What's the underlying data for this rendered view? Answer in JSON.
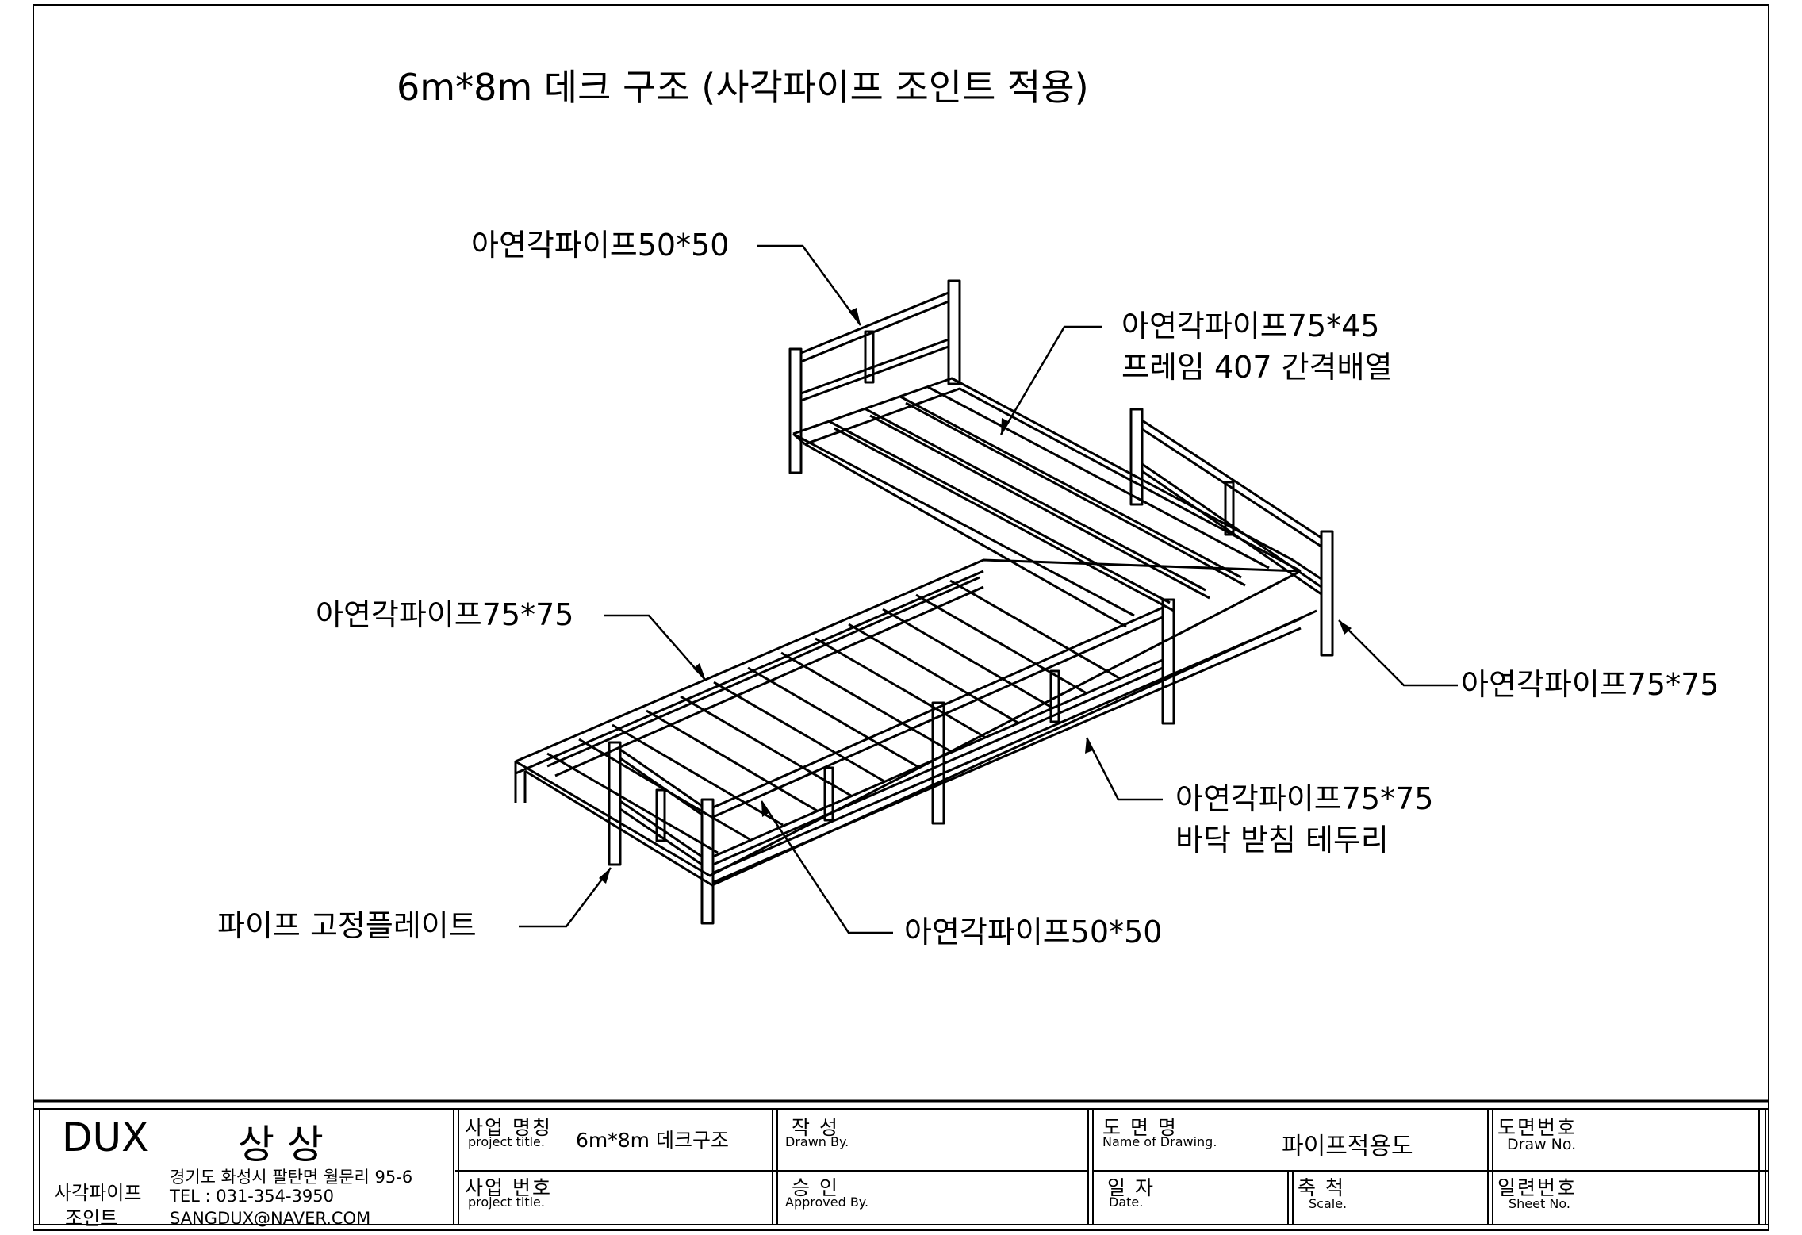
{
  "drawing": {
    "title": "6m*8m 데크 구조 (사각파이프 조인트 적용)",
    "callouts": {
      "top_left": "아연각파이프50*50",
      "top_right_1": "아연각파이프75*45",
      "top_right_2": "프레임 407 간격배열",
      "left": "아연각파이프75*75",
      "right": "아연각파이프75*75",
      "bottom_right_1": "아연각파이프75*75",
      "bottom_right_2": "바닥 받침 테두리",
      "bottom_center": "아연각파이프50*50",
      "bottom_left": "파이프 고정플레이트"
    }
  },
  "title_block": {
    "company": {
      "brand": "DUX",
      "name": "상 상",
      "product_1": "사각파이프",
      "product_2": "조인트",
      "address": "경기도 화성시 팔탄면 월문리 95-6",
      "tel": "TEL : 031-354-3950",
      "email": "SANGDUX@NAVER.COM"
    },
    "project_name_label": "사업 명칭",
    "project_name_sub": "project title.",
    "project_name_value": "6m*8m 데크구조",
    "project_no_label": "사업 번호",
    "project_no_sub": "project title.",
    "drawn_label": "작 성",
    "drawn_sub": "Drawn By.",
    "approved_label": "승 인",
    "approved_sub": "Approved By.",
    "drawing_name_label": "도 면 명",
    "drawing_name_sub": "Name of Drawing.",
    "drawing_name_value": "파이프적용도",
    "date_label": "일 자",
    "date_sub": "Date.",
    "scale_label": "축 척",
    "scale_sub": "Scale.",
    "draw_no_label": "도면번호",
    "draw_no_sub": "Draw No.",
    "sheet_no_label": "일련번호",
    "sheet_no_sub": "Sheet No."
  }
}
